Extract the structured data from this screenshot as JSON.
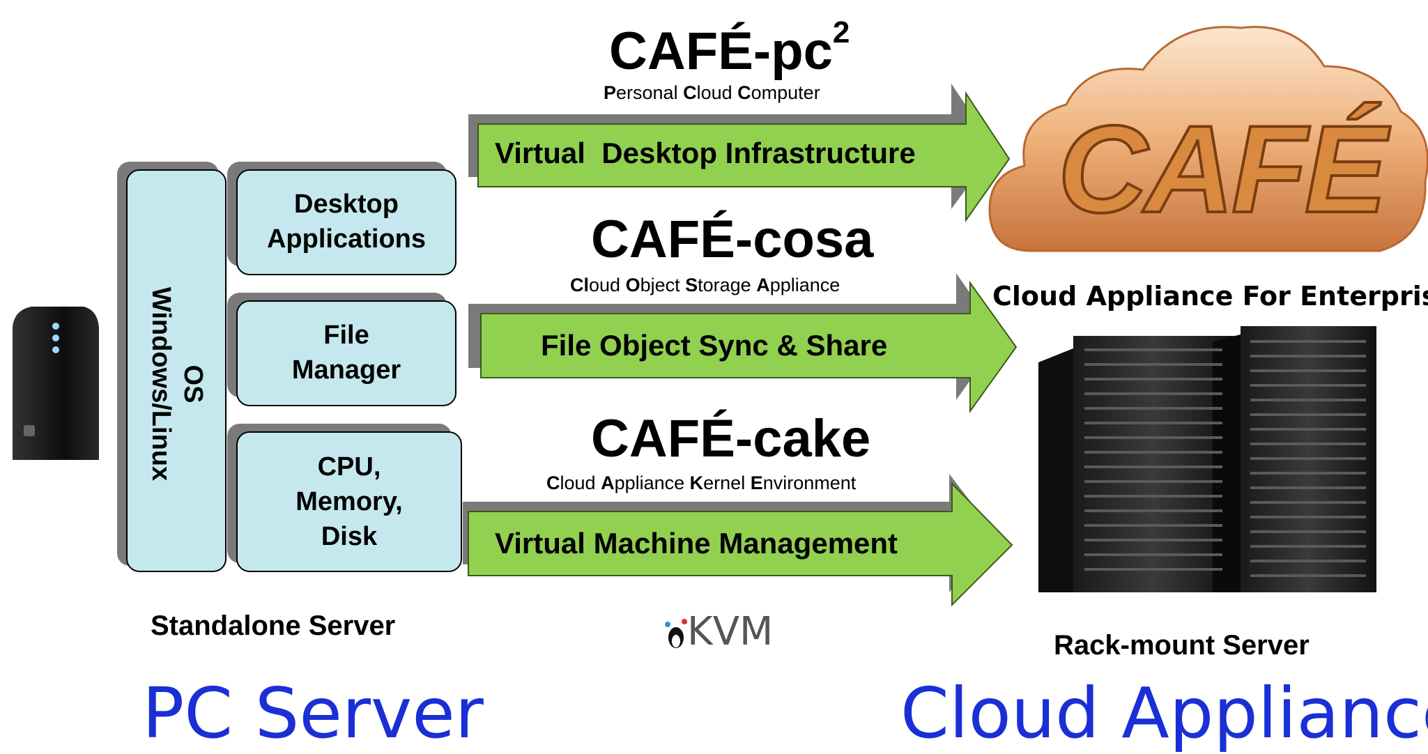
{
  "products": [
    {
      "name": "CAFÉ-pc",
      "sup": "2",
      "subtitle_parts": [
        [
          "P",
          "ersonal "
        ],
        [
          "C",
          "loud "
        ],
        [
          "C",
          "omputer"
        ]
      ],
      "arrow_label": "Virtual  Desktop Infrastructure"
    },
    {
      "name": "CAFÉ-cosa",
      "sup": "",
      "subtitle_parts": [
        [
          "Cl",
          "oud "
        ],
        [
          "O",
          "bject "
        ],
        [
          "S",
          "torage "
        ],
        [
          "A",
          "ppliance"
        ]
      ],
      "arrow_label": "File Object Sync & Share"
    },
    {
      "name": "CAFÉ-cake",
      "sup": "",
      "subtitle_parts": [
        [
          "C",
          "loud "
        ],
        [
          "A",
          "ppliance "
        ],
        [
          "K",
          "ernel "
        ],
        [
          "E",
          "nvironment"
        ]
      ],
      "arrow_label": "Virtual Machine Management"
    }
  ],
  "stack": {
    "os_label_1": "OS",
    "os_label_2": "Windows/Linux",
    "boxes": [
      {
        "line1": "Desktop",
        "line2": "Applications"
      },
      {
        "line1": "File",
        "line2": "Manager"
      },
      {
        "line1": "CPU,",
        "line2": "Memory,",
        "line3": "Disk"
      }
    ]
  },
  "captions": {
    "standalone": "Standalone Server",
    "cloud_enterprise": "Cloud Appliance For Enterprise",
    "rack": "Rack-mount Server",
    "kvm": "KVM",
    "cloud_logo": "CAFÉ"
  },
  "headings": {
    "left": "PC Server",
    "right": "Cloud Appliance"
  },
  "colors": {
    "arrow_green": "#92d050",
    "box_fill": "#c5e8ee",
    "shadow": "#7a7a7a",
    "heading_blue": "#1a2fd6",
    "cloud_orange": "#e8a060"
  }
}
